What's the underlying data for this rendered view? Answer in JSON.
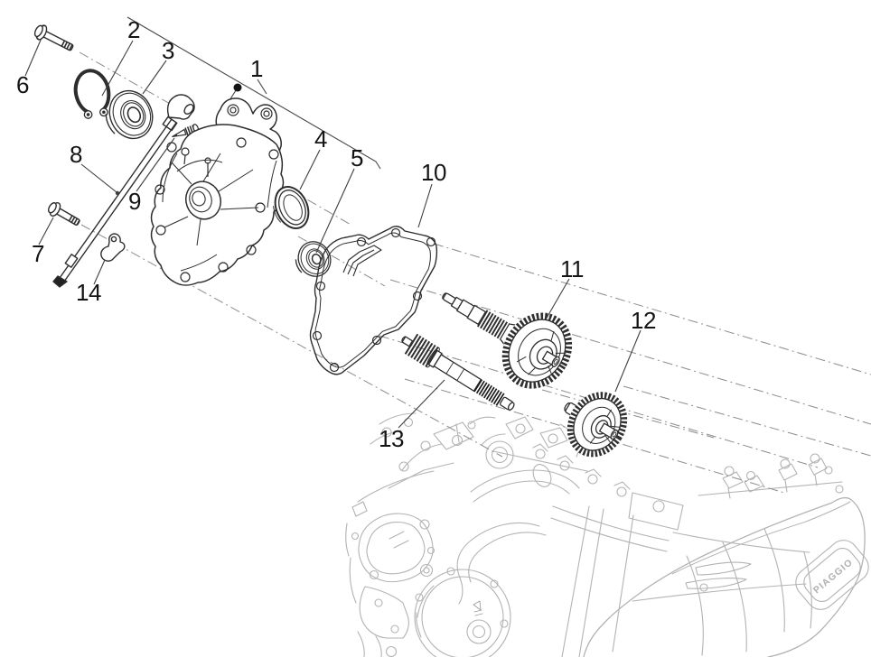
{
  "diagram": {
    "type": "exploded-parts-diagram",
    "subject": "engine reduction gear unit",
    "brand_logo_text": "PIAGGIO",
    "colors": {
      "background": "#ffffff",
      "part_line": "#2d2d2d",
      "engine_line": "#b3b3b3",
      "center_line": "#8c8c8c",
      "leader_line": "#3f3f3f",
      "label_text": "#141414"
    },
    "labels": [
      {
        "text": "1",
        "part": "transmission-cover"
      },
      {
        "text": "2",
        "part": "circlip"
      },
      {
        "text": "3",
        "part": "ball-bearing-large"
      },
      {
        "text": "4",
        "part": "oil-seal"
      },
      {
        "text": "5",
        "part": "ball-bearing-small"
      },
      {
        "text": "6",
        "part": "flanged-bolt-long"
      },
      {
        "text": "7",
        "part": "flanged-bolt-short"
      },
      {
        "text": "8",
        "part": "oil-dipstick-rod"
      },
      {
        "text": "9",
        "part": "breather-screw"
      },
      {
        "text": "10",
        "part": "cover-gasket"
      },
      {
        "text": "11",
        "part": "driven-gear-shaft"
      },
      {
        "text": "12",
        "part": "intermediate-gear"
      },
      {
        "text": "13",
        "part": "drive-pinion-shaft"
      },
      {
        "text": "14",
        "part": "retaining-clip"
      }
    ]
  }
}
